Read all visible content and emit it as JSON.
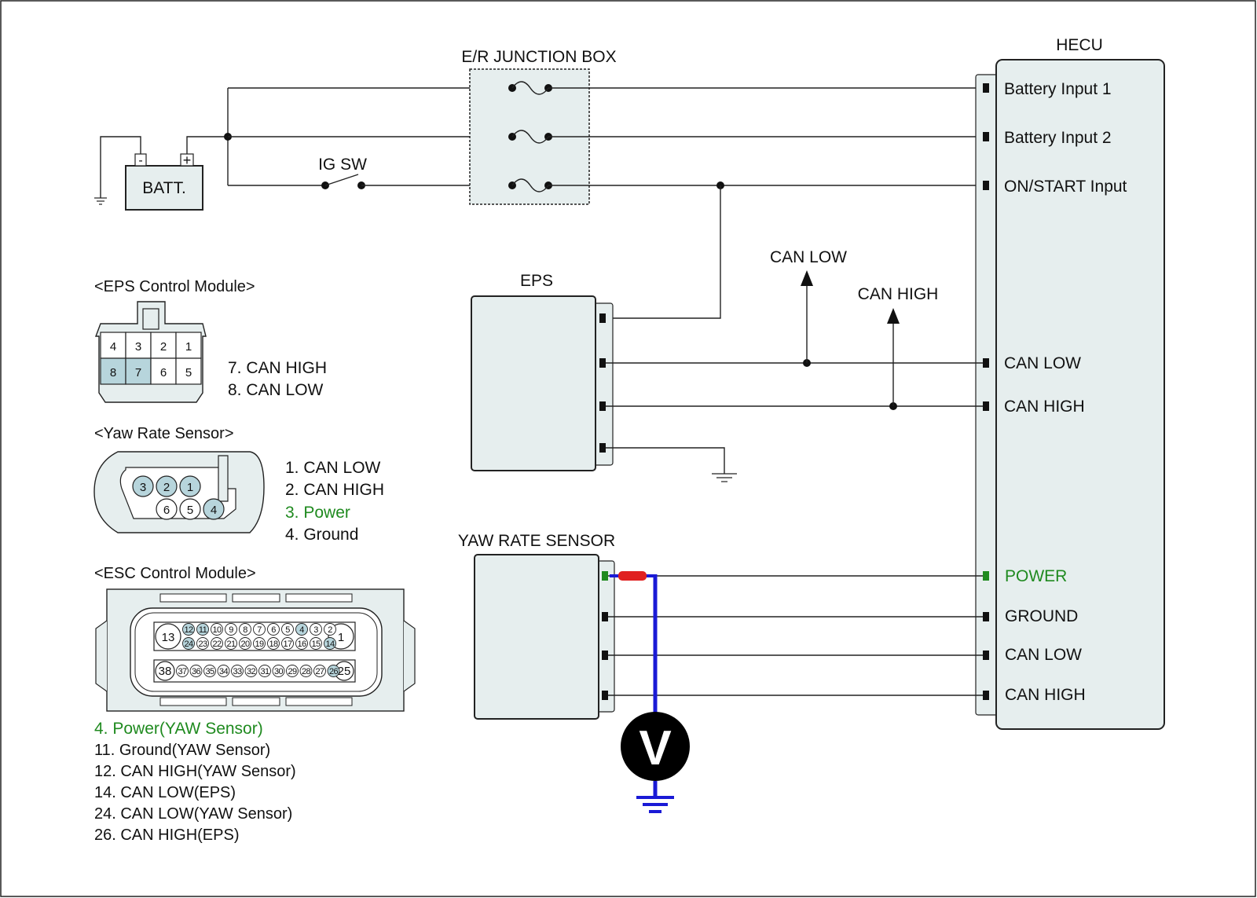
{
  "colors": {
    "module_fill": "#e6eeee",
    "pin_highlight": "#b7d5dc",
    "power_green": "#1f8a1f",
    "probe_red": "#e02020",
    "probe_blue": "#1a1ad6",
    "meter_black": "#000000"
  },
  "main": {
    "junction_box_label": "E/R JUNCTION BOX",
    "hecu_label": "HECU",
    "battery_label": "BATT.",
    "battery_minus": "-",
    "battery_plus": "+",
    "ig_sw_label": "IG SW",
    "eps_label": "EPS",
    "yaw_label": "YAW RATE SENSOR",
    "can_low_arrow": "CAN LOW",
    "can_high_arrow": "CAN HIGH",
    "meter_symbol": "V",
    "hecu_pins": [
      "Battery Input 1",
      "Battery Input 2",
      "ON/START Input",
      "CAN LOW",
      "CAN HIGH",
      "POWER",
      "GROUND",
      "CAN LOW",
      "CAN HIGH"
    ]
  },
  "eps_module": {
    "title": "<EPS Control Module>",
    "top_row": [
      "4",
      "3",
      "2",
      "1"
    ],
    "bottom_row": [
      "8",
      "7",
      "6",
      "5"
    ],
    "legend": [
      "7. CAN HIGH",
      "8. CAN LOW"
    ]
  },
  "yaw_sensor": {
    "title": "<Yaw Rate Sensor>",
    "top_row": [
      "3",
      "2",
      "1"
    ],
    "bottom_row": [
      "6",
      "5",
      "4"
    ],
    "legend": [
      "1. CAN LOW",
      "2. CAN HIGH",
      "3. Power",
      "4. Ground"
    ]
  },
  "esc_module": {
    "title": "<ESC Control Module>",
    "big_pins": [
      "13",
      "1",
      "38",
      "25"
    ],
    "row1": [
      "12",
      "11",
      "10",
      "9",
      "8",
      "7",
      "6",
      "5",
      "4",
      "3",
      "2"
    ],
    "row2": [
      "24",
      "23",
      "22",
      "21",
      "20",
      "19",
      "18",
      "17",
      "16",
      "15",
      "14"
    ],
    "row3": [
      "37",
      "36",
      "35",
      "34",
      "33",
      "32",
      "31",
      "30",
      "29",
      "28",
      "27",
      "26"
    ],
    "legend": [
      "4. Power(YAW Sensor)",
      "11. Ground(YAW Sensor)",
      "12. CAN HIGH(YAW Sensor)",
      "14. CAN LOW(EPS)",
      "24. CAN LOW(YAW Sensor)",
      "26. CAN HIGH(EPS)"
    ]
  }
}
